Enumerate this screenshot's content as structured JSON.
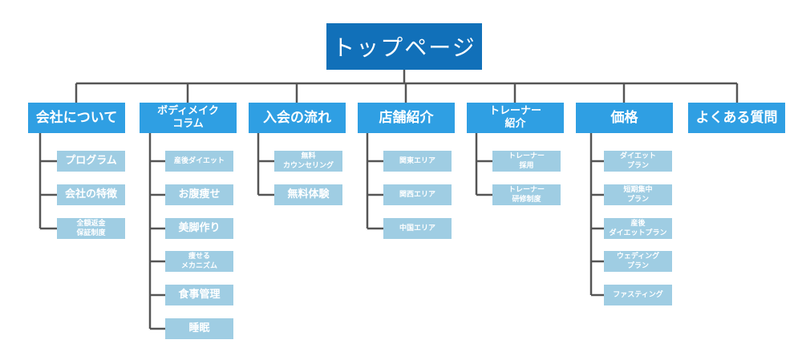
{
  "root": {
    "label": "トップページ"
  },
  "categories": [
    {
      "label": "会社について",
      "items": [
        "プログラム",
        "会社の特徴",
        "全額返金\n保証制度"
      ]
    },
    {
      "label": "ボディメイク\nコラム",
      "items": [
        "産後ダイエット",
        "お腹痩せ",
        "美脚作り",
        "痩せる\nメカニズム",
        "食事管理",
        "睡眠"
      ]
    },
    {
      "label": "入会の流れ",
      "items": [
        "無料\nカウンセリング",
        "無料体験"
      ]
    },
    {
      "label": "店舗紹介",
      "items": [
        "関東エリア",
        "関西エリア",
        "中国エリア"
      ]
    },
    {
      "label": "トレーナー\n紹介",
      "items": [
        "トレーナー\n採用",
        "トレーナー\n研修制度"
      ]
    },
    {
      "label": "価格",
      "items": [
        "ダイエット\nプラン",
        "短期集中\nプラン",
        "産後\nダイエットプラン",
        "ウェディング\nプラン",
        "ファスティング"
      ]
    },
    {
      "label": "よくある質問",
      "items": []
    }
  ],
  "colors": {
    "root": "#1170b9",
    "level1": "#2f9fe3",
    "level2": "#9fcde3",
    "connector": "#555555"
  }
}
